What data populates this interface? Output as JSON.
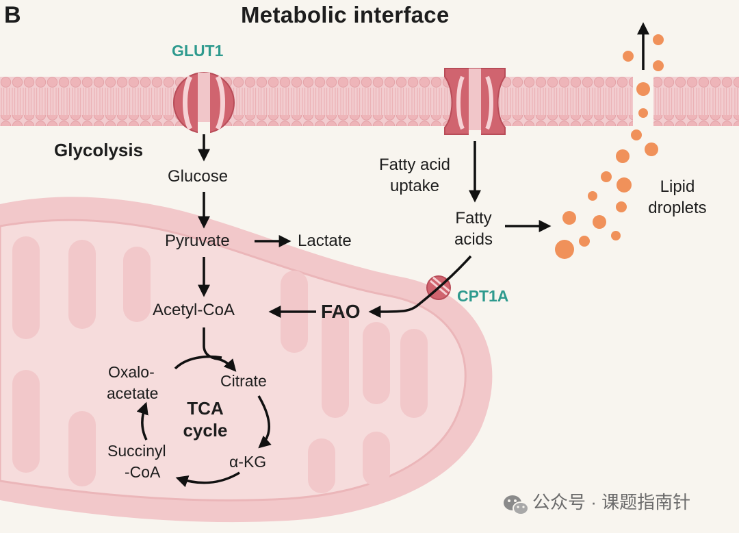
{
  "panel_label": "B",
  "title": "Metabolic interface",
  "transporters": {
    "glut1": "GLUT1",
    "cpt1a": "CPT1A"
  },
  "processes": {
    "glycolysis": "Glycolysis",
    "fao": "FAO",
    "fatty_acid_uptake_1": "Fatty acid",
    "fatty_acid_uptake_2": "uptake"
  },
  "metabolites": {
    "glucose": "Glucose",
    "pyruvate": "Pyruvate",
    "lactate": "Lactate",
    "acetyl_coa": "Acetyl-CoA",
    "fatty_acids_1": "Fatty",
    "fatty_acids_2": "acids",
    "citrate": "Citrate",
    "akg": "α-KG",
    "succinyl_coa_1": "Succinyl",
    "succinyl_coa_2": "-CoA",
    "oxaloacetate_1": "Oxalo-",
    "oxaloacetate_2": "acetate"
  },
  "tca": {
    "line1": "TCA",
    "line2": "cycle"
  },
  "lipid": {
    "line1": "Lipid",
    "line2": "droplets"
  },
  "watermark": {
    "text": "公众号 · 课题指南针",
    "icon": "wechat-icon"
  },
  "colors": {
    "background": "#f8f5ef",
    "membrane": "#f1c6c8",
    "membrane_heads": "#eeb8bb",
    "mitochondrion": "#f2c9ca",
    "transporter": "#d0646f",
    "teal": "#2e9a8e",
    "lipid": "#f0915a",
    "arrow": "#111111"
  }
}
